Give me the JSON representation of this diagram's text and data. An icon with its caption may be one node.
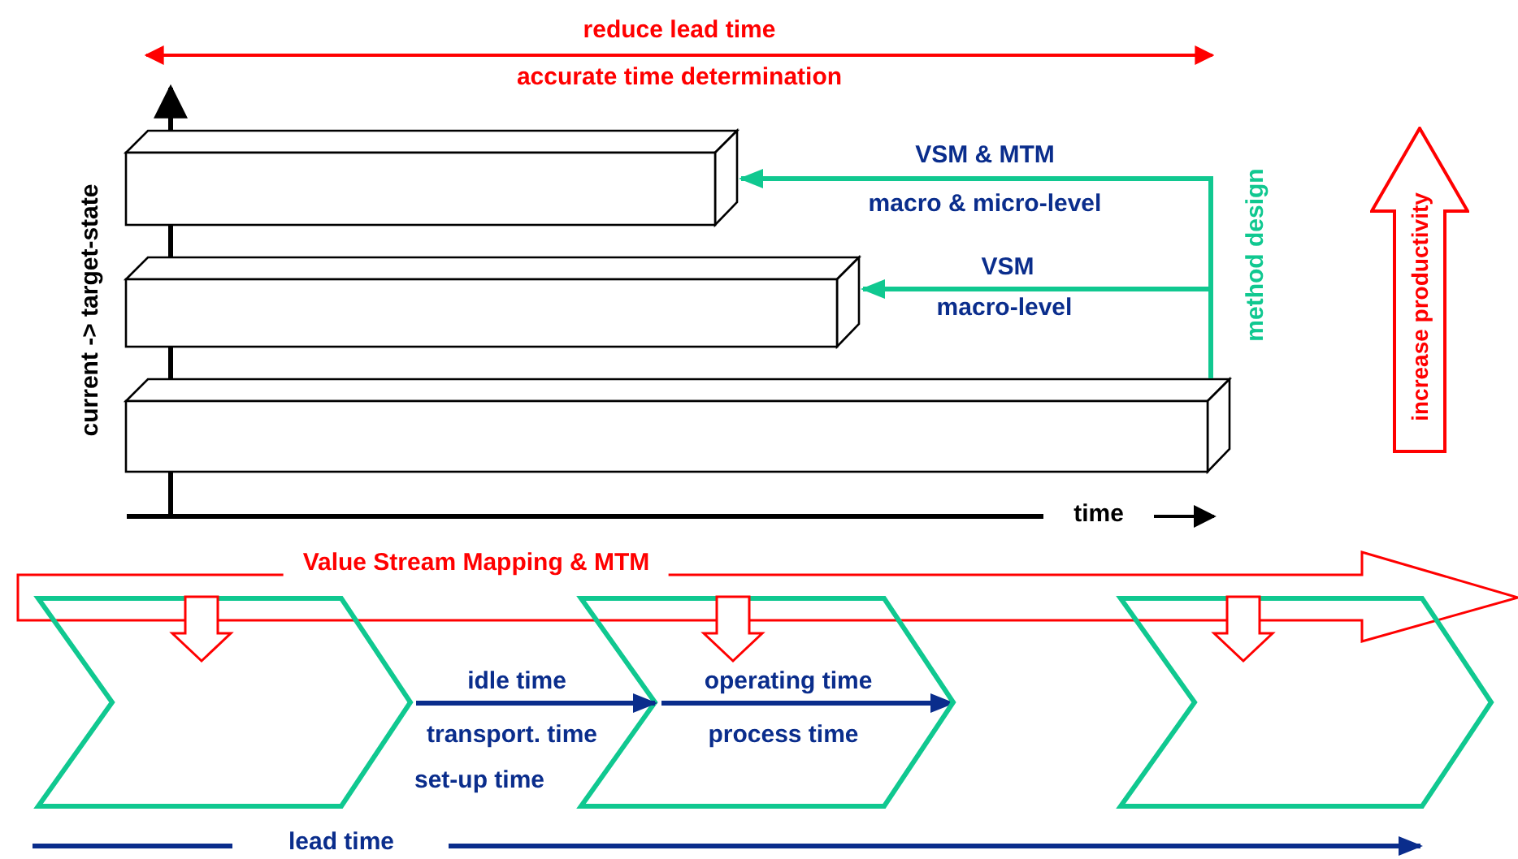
{
  "diagram": {
    "nodes": [
      {
        "text": [],
        "shape": "box"
      },
      {
        "text": [],
        "shape": "box"
      },
      {
        "text": [],
        "shape": "box"
      },
      {
        "text": [
          "increase productivity"
        ]
      },
      {
        "text": [
          "Value Stream Mapping & MTM"
        ]
      },
      {
        "text": [],
        "shape": "chevron"
      },
      {
        "text": [],
        "shape": "chevron"
      },
      {
        "text": [],
        "shape": "chevron"
      }
    ],
    "edges": [
      {
        "from": 2,
        "to": 0,
        "arrow": "to",
        "label": "VSM & MTM",
        "color": "#10c890"
      },
      {
        "from": 2,
        "to": 1,
        "arrow": "to",
        "label": "VSM",
        "color": "#10c890"
      },
      {
        "from": 4,
        "to": 5,
        "arrow": "to",
        "style": "thick",
        "color": "#ff0000"
      },
      {
        "from": 4,
        "to": 6,
        "arrow": "to",
        "style": "thick",
        "color": "#ff0000"
      },
      {
        "from": 4,
        "to": 7,
        "arrow": "to",
        "style": "thick",
        "color": "#ff0000"
      },
      {
        "from": 5,
        "to": 6,
        "arrow": "to",
        "label": "idle time",
        "color": "#0a2d8c"
      }
    ],
    "labels": [
      "reduce lead time",
      "accurate time determination",
      "macro & micro-level",
      "macro-level",
      "method design",
      "current -> target-state",
      "time",
      "operating time",
      "transport. time",
      "process time",
      "set-up time",
      "lead time"
    ]
  }
}
